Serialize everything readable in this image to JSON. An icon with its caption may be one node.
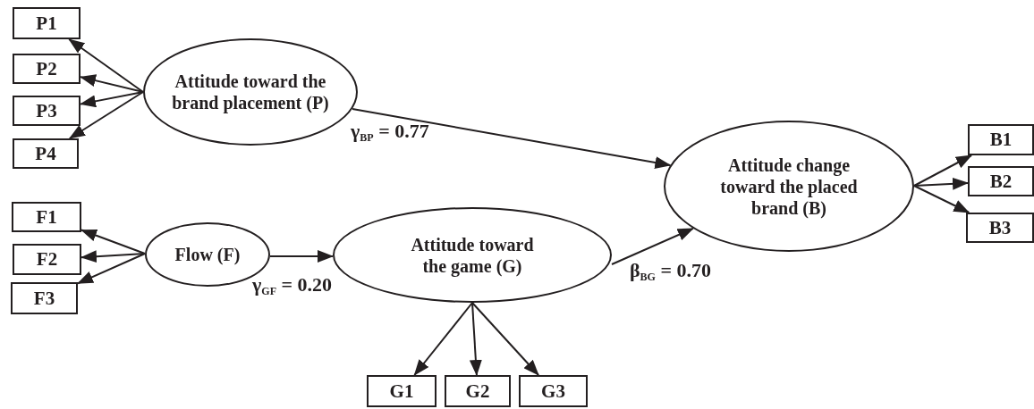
{
  "diagram": {
    "nodes": [
      {
        "text": [
          "P1"
        ]
      },
      {
        "text": [
          "P2"
        ]
      },
      {
        "text": [
          "Attitude toward the brand placement (P)"
        ]
      },
      {
        "text": [
          "P3"
        ]
      },
      {
        "text": [
          "P4"
        ]
      },
      {
        "text": [
          "Attitude change toward the placed brand (B)"
        ]
      },
      {
        "text": [
          "B1"
        ]
      },
      {
        "text": [
          "B2"
        ]
      },
      {
        "text": [
          "B3"
        ]
      },
      {
        "text": [
          "F1"
        ]
      },
      {
        "text": [
          "Flow (F)"
        ]
      },
      {
        "text": [
          "F2"
        ]
      },
      {
        "text": [
          "Attitude toward the game (G)"
        ]
      },
      {
        "text": [
          "F3"
        ]
      },
      {
        "text": [
          "G1"
        ]
      },
      {
        "text": [
          "G2"
        ]
      },
      {
        "text": [
          "G3"
        ]
      }
    ],
    "edges": [
      {
        "from": 2,
        "to": 0,
        "arrow": "to"
      },
      {
        "from": 2,
        "to": 1,
        "arrow": "to"
      },
      {
        "from": 2,
        "to": 3,
        "arrow": "to"
      },
      {
        "from": 2,
        "to": 4,
        "arrow": "to"
      },
      {
        "from": 2,
        "to": 5,
        "arrow": "to",
        "label": "γ$_{BP}$ = 0.77"
      },
      {
        "from": 10,
        "to": 9,
        "arrow": "to"
      },
      {
        "from": 10,
        "to": 11,
        "arrow": "to"
      },
      {
        "from": 10,
        "to": 13,
        "arrow": "to"
      },
      {
        "from": 10,
        "to": 12,
        "arrow": "to",
        "label": "γ$_{GF}$ = 0.20"
      },
      {
        "from": 12,
        "to": 5,
        "arrow": "to",
        "label": "β$_{BG}$ = 0.70"
      },
      {
        "from": 5,
        "to": 6,
        "arrow": "to"
      },
      {
        "from": 5,
        "to": 7,
        "arrow": "to"
      },
      {
        "from": 5,
        "to": 8,
        "arrow": "to"
      },
      {
        "from": 12,
        "to": 14,
        "arrow": "to"
      },
      {
        "from": 12,
        "to": 15,
        "arrow": "to"
      },
      {
        "from": 12,
        "to": 16,
        "arrow": "to"
      }
    ]
  }
}
